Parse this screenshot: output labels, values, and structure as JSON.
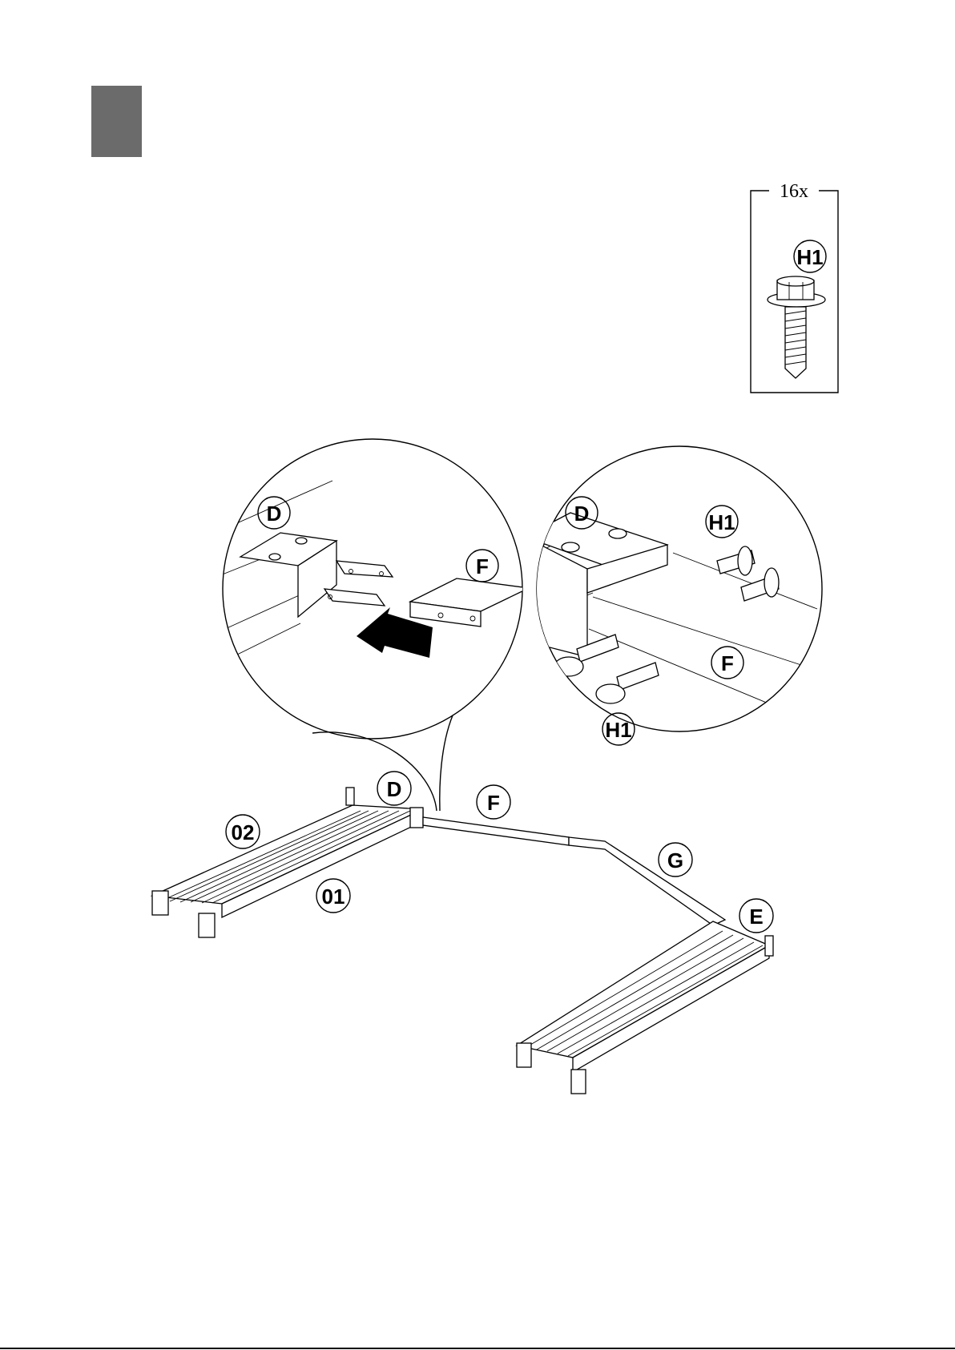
{
  "hardware_box": {
    "quantity": "16x",
    "part": "H1"
  },
  "callouts": {
    "left_detail": [
      "D",
      "F"
    ],
    "right_detail": [
      "D",
      "H1",
      "F",
      "H1"
    ],
    "assembly": [
      "D",
      "F",
      "02",
      "01",
      "G",
      "E"
    ]
  }
}
